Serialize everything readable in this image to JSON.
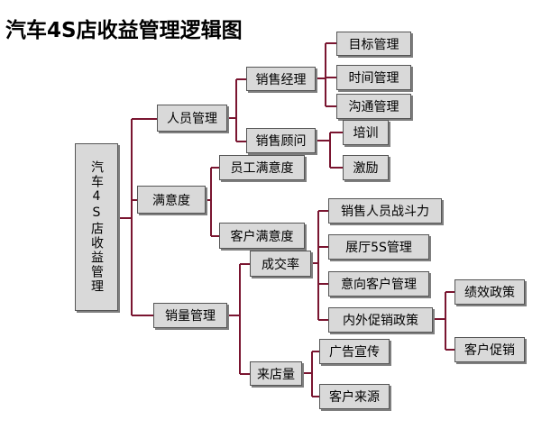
{
  "title": "汽车4S店收益管理逻辑图",
  "colors": {
    "connector": "#7a1530",
    "box": "#d9d9d9",
    "border": "#555555"
  },
  "nodes": {
    "root": "汽车4S店收益管理",
    "personnel": "人员管理",
    "satisfaction": "满意度",
    "sales_mgmt": "销量管理",
    "sales_manager": "销售经理",
    "sales_consultant": "销售顾问",
    "goal_mgmt": "目标管理",
    "time_mgmt": "时间管理",
    "comm_mgmt": "沟通管理",
    "training": "培训",
    "incentive": "激励",
    "employee_sat": "员工满意度",
    "customer_sat": "客户满意度",
    "close_rate": "成交率",
    "visits": "来店量",
    "sales_force": "销售人员战斗力",
    "showroom_5s": "展厅5S管理",
    "prospect_mgmt": "意向客户管理",
    "promo_policy": "内外促销政策",
    "performance_policy": "绩效政策",
    "customer_promo": "客户促销",
    "advertising": "广告宣传",
    "customer_source": "客户来源"
  }
}
